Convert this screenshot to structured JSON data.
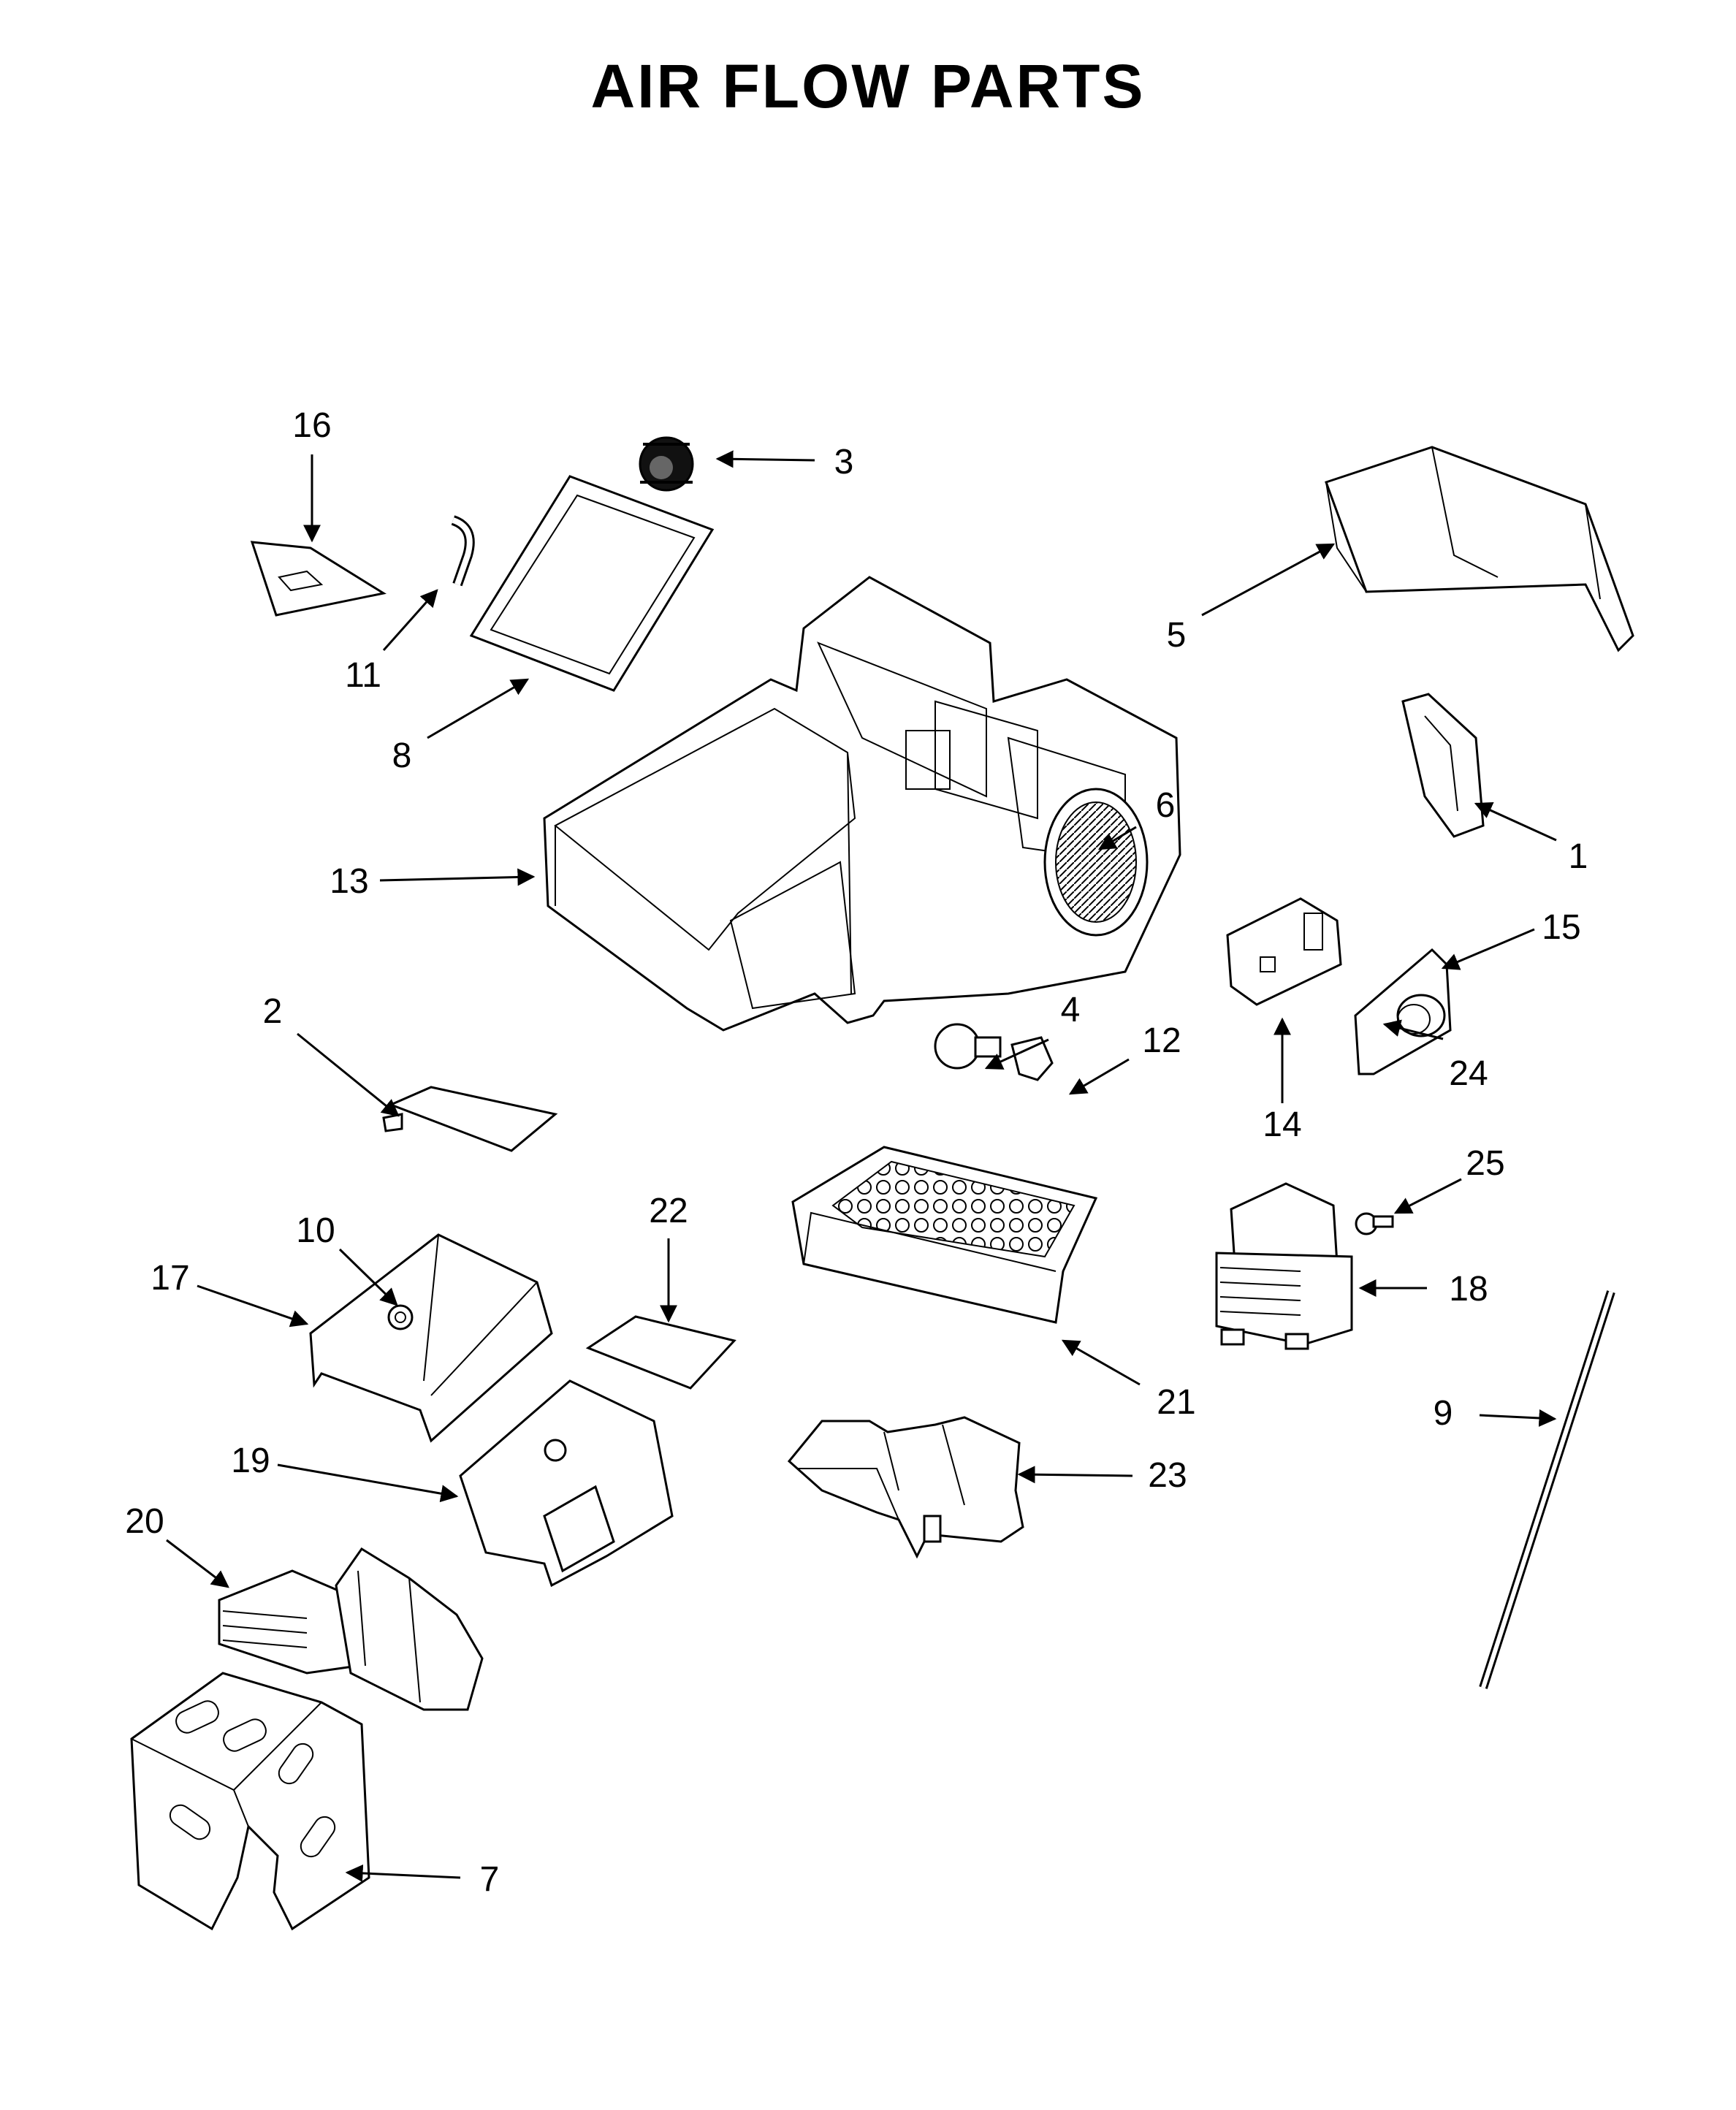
{
  "title": "AIR FLOW PARTS",
  "callouts": [
    "16",
    "3",
    "11",
    "8",
    "5",
    "1",
    "6",
    "13",
    "15",
    "2",
    "4",
    "12",
    "24",
    "14",
    "25",
    "22",
    "10",
    "17",
    "18",
    "21",
    "9",
    "19",
    "23",
    "20",
    "7"
  ]
}
